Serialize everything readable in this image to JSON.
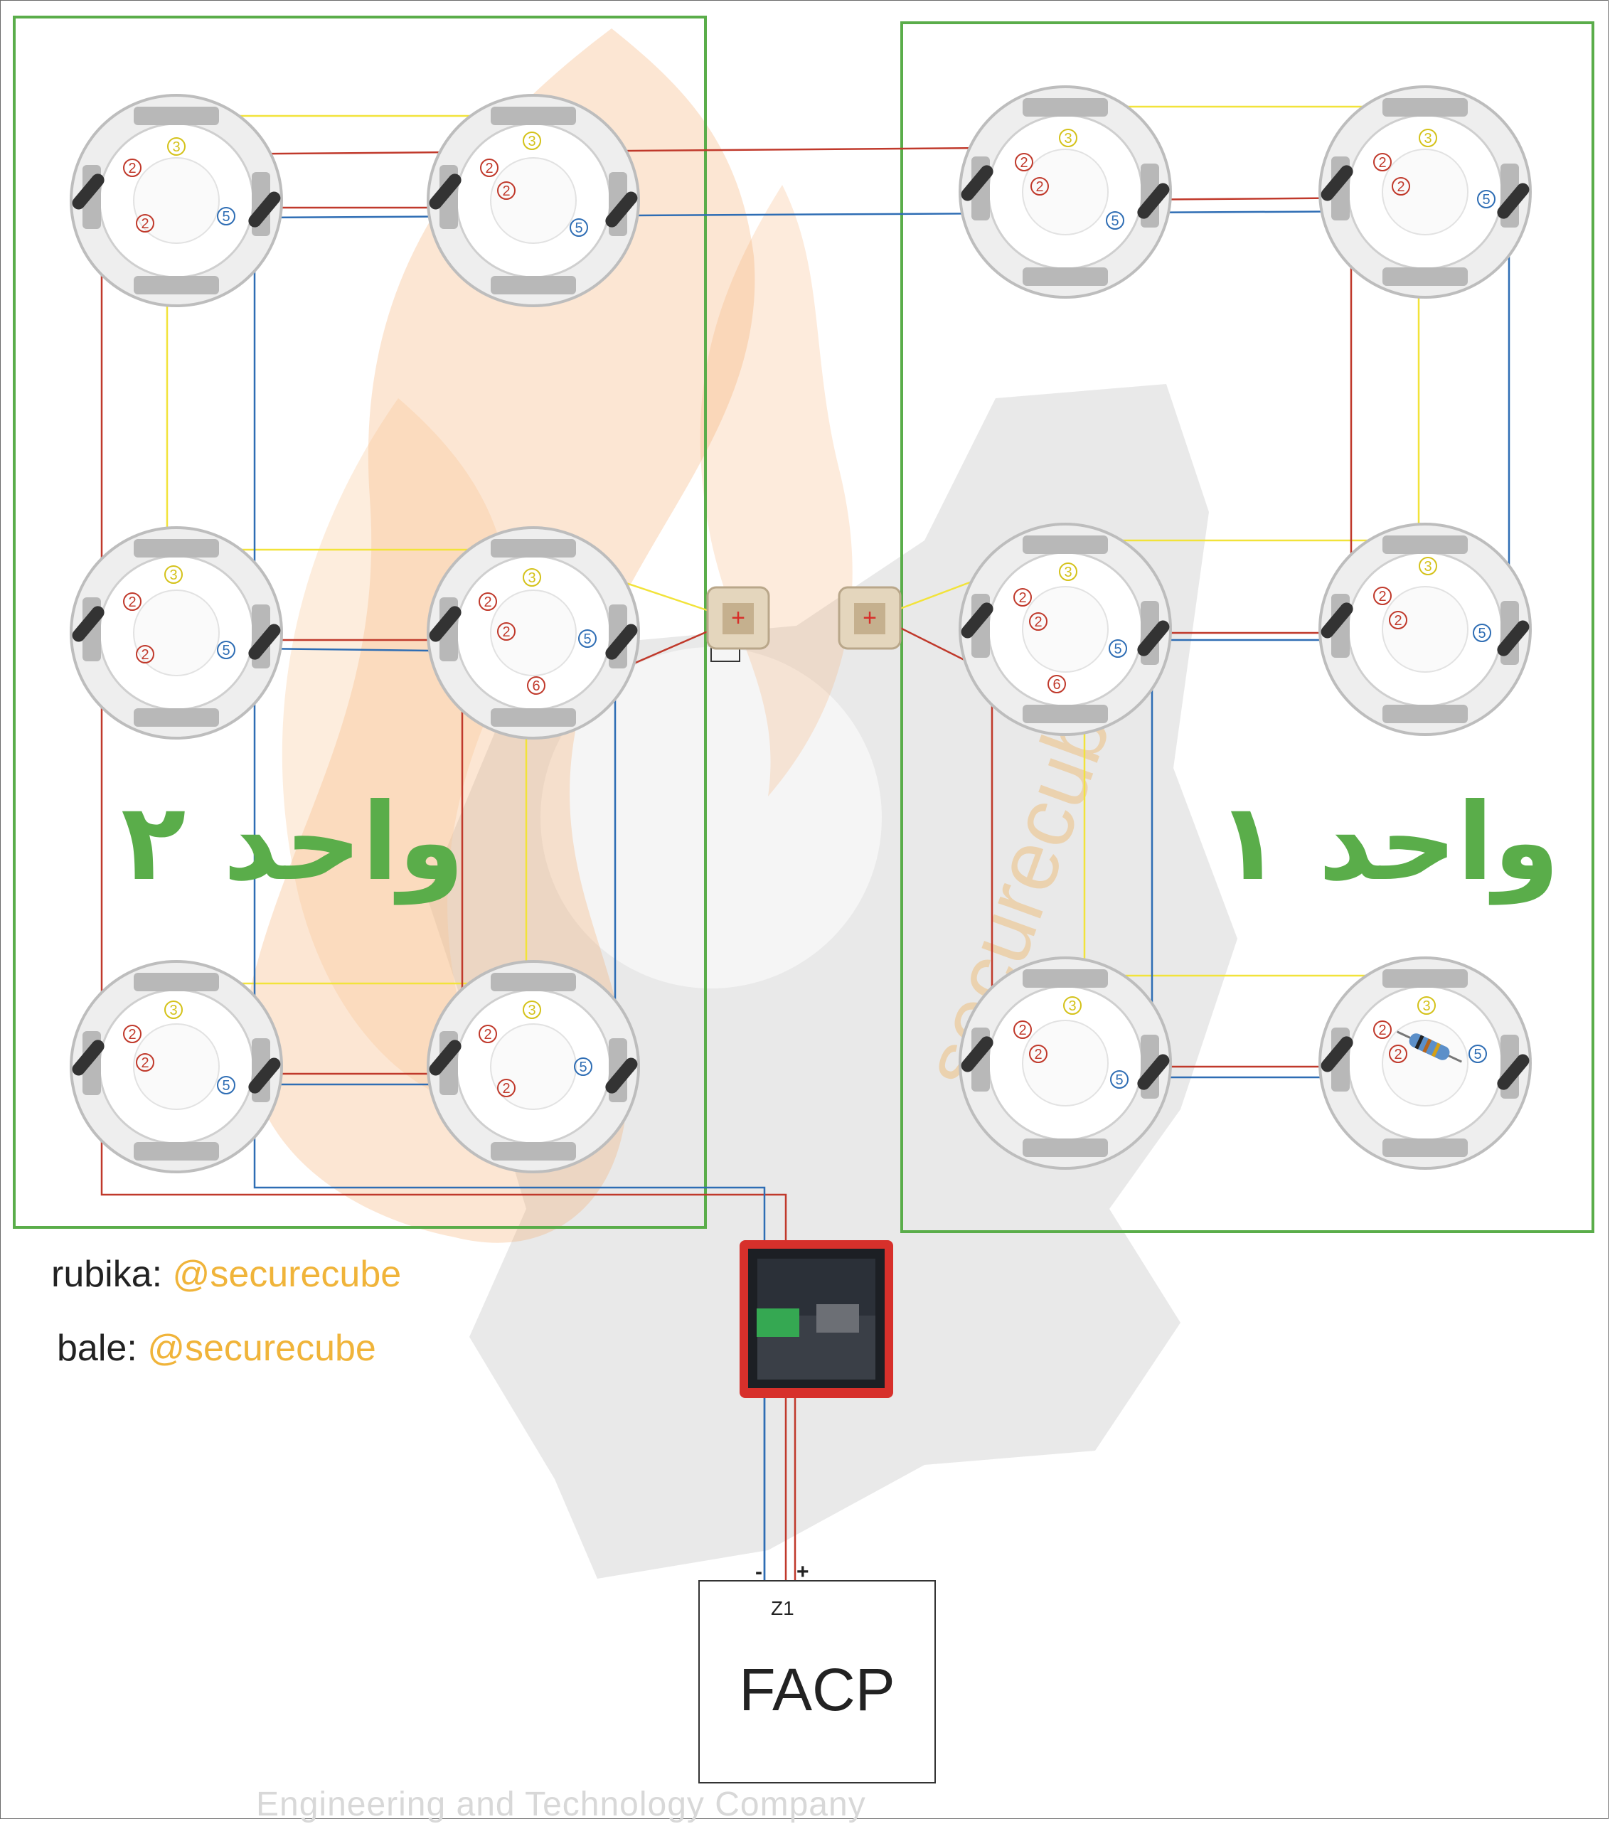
{
  "units": [
    {
      "id": "unit-2",
      "label": "واحد ۲"
    },
    {
      "id": "unit-1",
      "label": "واحد ۱"
    }
  ],
  "terminals": {
    "t2": "2",
    "t3": "3",
    "t5": "5",
    "t6": "6"
  },
  "social": [
    {
      "platform": "rubika:",
      "handle": "@securecube"
    },
    {
      "platform": "bale:",
      "handle": "@securecube"
    }
  ],
  "panel": {
    "label": "FACP",
    "zone": "Z1",
    "negative": "-",
    "positive": "+"
  },
  "watermark": {
    "brand": "securecube",
    "footer": "Engineering and Technology Company"
  },
  "colors": {
    "unit_frame": "#5aad4a",
    "wire_red": "#c0392b",
    "wire_blue": "#2e6db4",
    "wire_yellow": "#f2e33a",
    "eol_box": "#d7302b",
    "handle_text": "#f0b43a"
  },
  "icons": [
    "detector-base-icon",
    "junction-box-icon",
    "end-of-line-module-icon",
    "resistor-icon"
  ]
}
